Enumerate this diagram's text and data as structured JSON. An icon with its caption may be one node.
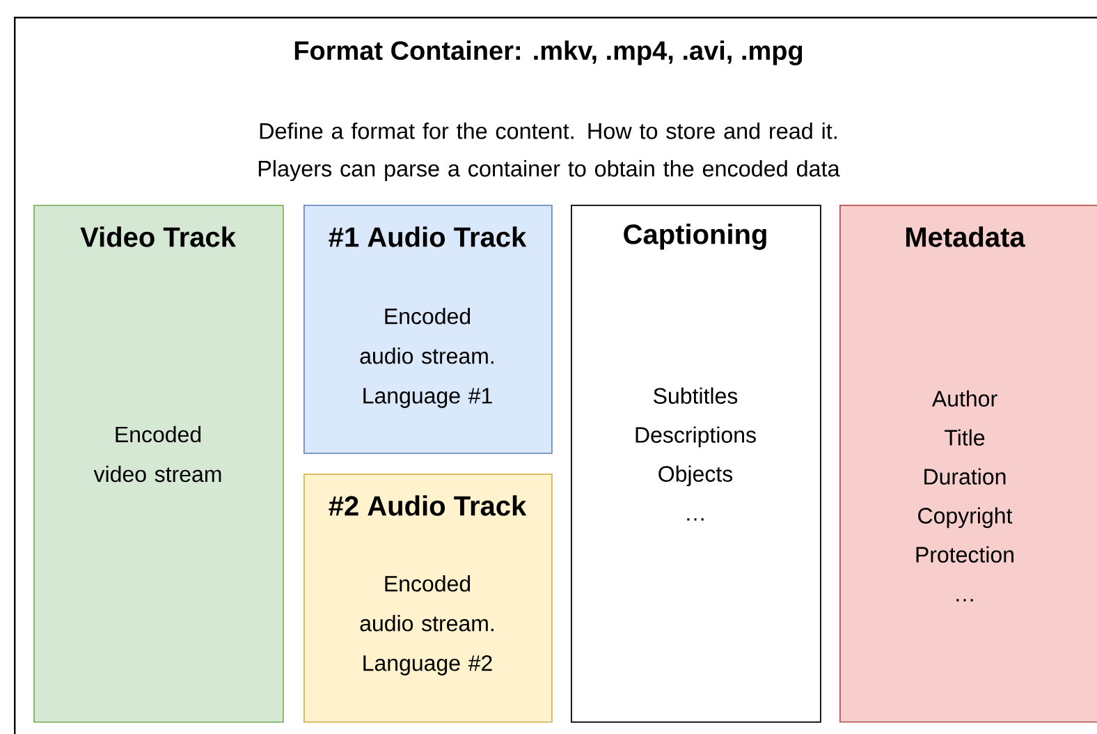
{
  "diagram": {
    "nodes": [
      {
        "text": [
          "Format Container: .mkv, .mp4, .avi, .mpg",
          "Define a format for the content. How to store and read it. Players can parse a container to obtain the encoded data"
        ]
      },
      {
        "text": [
          "Video Track",
          "Encoded video stream"
        ],
        "in": 0
      },
      {
        "text": [
          "#1 Audio Track",
          "Encoded audio stream. Language #1"
        ],
        "in": 0
      },
      {
        "text": [
          "#2 Audio Track",
          "Encoded audio stream. Language #2"
        ],
        "in": 0
      },
      {
        "text": [
          "Captioning",
          "Subtitles",
          "Descriptions",
          "Objects",
          "…"
        ],
        "in": 0
      },
      {
        "text": [
          "Metadata",
          "Author",
          "Title",
          "Duration",
          "Copyright",
          "Protection",
          "…"
        ],
        "in": 0
      }
    ]
  }
}
